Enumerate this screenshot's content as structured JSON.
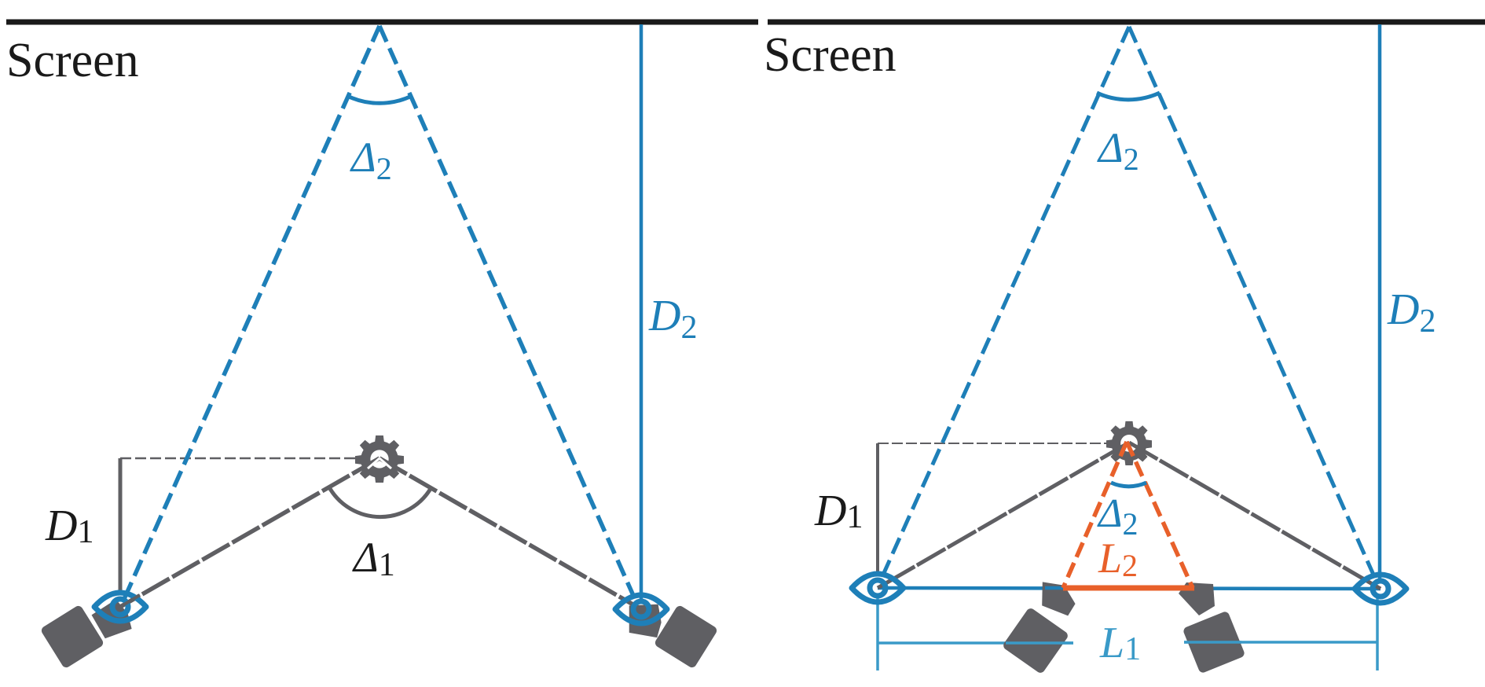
{
  "colors": {
    "screen": "#1a1a1a",
    "blue": "#1e7fb8",
    "blue_light": "#3a9ac8",
    "gray": "#5f5f63",
    "orange": "#e8602a",
    "black_text": "#1a1a1a"
  },
  "panels": [
    {
      "id": "left",
      "screen_label": "Screen",
      "labels": {
        "delta2": {
          "main": "Δ",
          "sub": "2"
        },
        "d2": {
          "main": "D",
          "sub": "2"
        },
        "d1": {
          "main": "D",
          "sub": "1"
        },
        "delta1": {
          "main": "Δ",
          "sub": "1"
        }
      }
    },
    {
      "id": "right",
      "screen_label": "Screen",
      "labels": {
        "delta2": {
          "main": "Δ",
          "sub": "2"
        },
        "d2": {
          "main": "D",
          "sub": "2"
        },
        "d1": {
          "main": "D",
          "sub": "1"
        },
        "delta2_small": {
          "main": "Δ",
          "sub": "2"
        },
        "l2": {
          "main": "L",
          "sub": "2"
        },
        "l1": {
          "main": "L",
          "sub": "1"
        }
      }
    }
  ]
}
